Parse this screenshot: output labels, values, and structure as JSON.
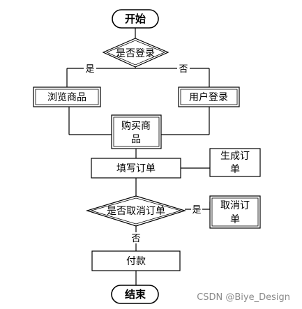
{
  "nodes": {
    "start": "开始",
    "login_check": "是否登录",
    "browse": "浏览商品",
    "user_login": "用户登录",
    "buy_line1": "购买商",
    "buy_line2": "品",
    "fill_order": "填写订单",
    "gen_line1": "生成订",
    "gen_line2": "单",
    "cancel_check": "是否取消订单",
    "cancel_line1": "取消订",
    "cancel_line2": "单",
    "pay": "付款",
    "end": "结束"
  },
  "edges": {
    "login_yes": "是",
    "login_no": "否",
    "cancel_yes": "是",
    "cancel_no": "否"
  },
  "watermark": "CSDN @Biye_Design"
}
